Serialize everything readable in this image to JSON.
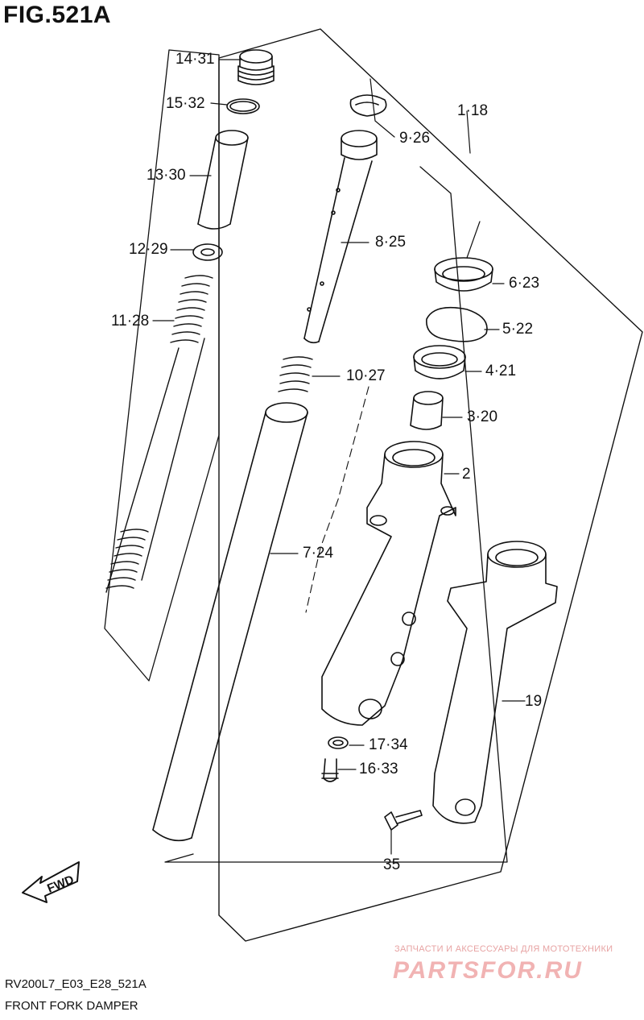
{
  "figure_title": "FIG.521A",
  "parts": [
    {
      "id": "p1",
      "label": "1·18"
    },
    {
      "id": "p2",
      "label": "2"
    },
    {
      "id": "p3",
      "label": "3·20"
    },
    {
      "id": "p4",
      "label": "4·21"
    },
    {
      "id": "p5",
      "label": "5·22"
    },
    {
      "id": "p6",
      "label": "6·23"
    },
    {
      "id": "p7",
      "label": "7·24"
    },
    {
      "id": "p8",
      "label": "8·25"
    },
    {
      "id": "p9",
      "label": "9·26"
    },
    {
      "id": "p10",
      "label": "10·27"
    },
    {
      "id": "p11",
      "label": "11·28"
    },
    {
      "id": "p12",
      "label": "12·29"
    },
    {
      "id": "p13",
      "label": "13·30"
    },
    {
      "id": "p14",
      "label": "14·31"
    },
    {
      "id": "p15",
      "label": "15·32"
    },
    {
      "id": "p16",
      "label": "16·33"
    },
    {
      "id": "p17",
      "label": "17·34"
    },
    {
      "id": "p19",
      "label": "19"
    },
    {
      "id": "p35",
      "label": "35"
    }
  ],
  "fwd_label": "FWD",
  "diagram_code": "RV200L7_E03_E28_521A",
  "diagram_subtitle": "FRONT FORK DAMPER",
  "watermark": {
    "tagline": "ЗАПЧАСТИ И АКСЕССУАРЫ ДЛЯ МОТОТЕХНИКИ",
    "brand": "PARTSFOR.RU",
    "color": "#f1b3b3"
  }
}
